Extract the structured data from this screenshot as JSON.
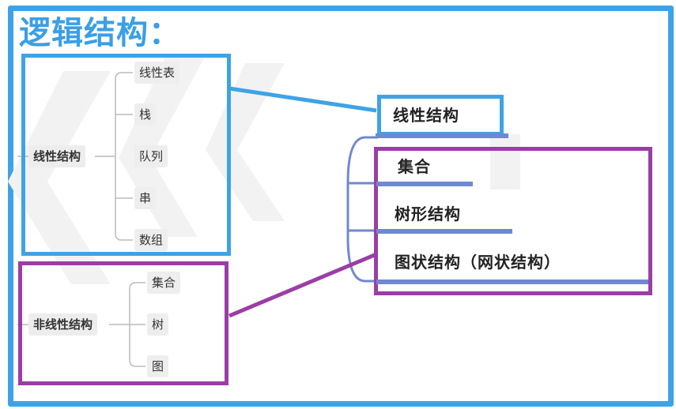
{
  "title": "逻辑结构：",
  "left_tree": [
    {
      "root": "线性结构",
      "children": [
        "线性表",
        "栈",
        "队列",
        "串",
        "数组"
      ]
    },
    {
      "root": "非线性结构",
      "children": [
        "集合",
        "树",
        "图"
      ]
    }
  ],
  "right_panel": {
    "header": "线性结构",
    "items": [
      "集合",
      "树形结构",
      "图状结构（网状结构）"
    ]
  },
  "colors": {
    "blue": "#3ea3e6",
    "purple": "#9a3ea6",
    "connector": "#6f88d1",
    "tree_line": "#bbbbbb",
    "node_bg": "#eeeeee"
  }
}
